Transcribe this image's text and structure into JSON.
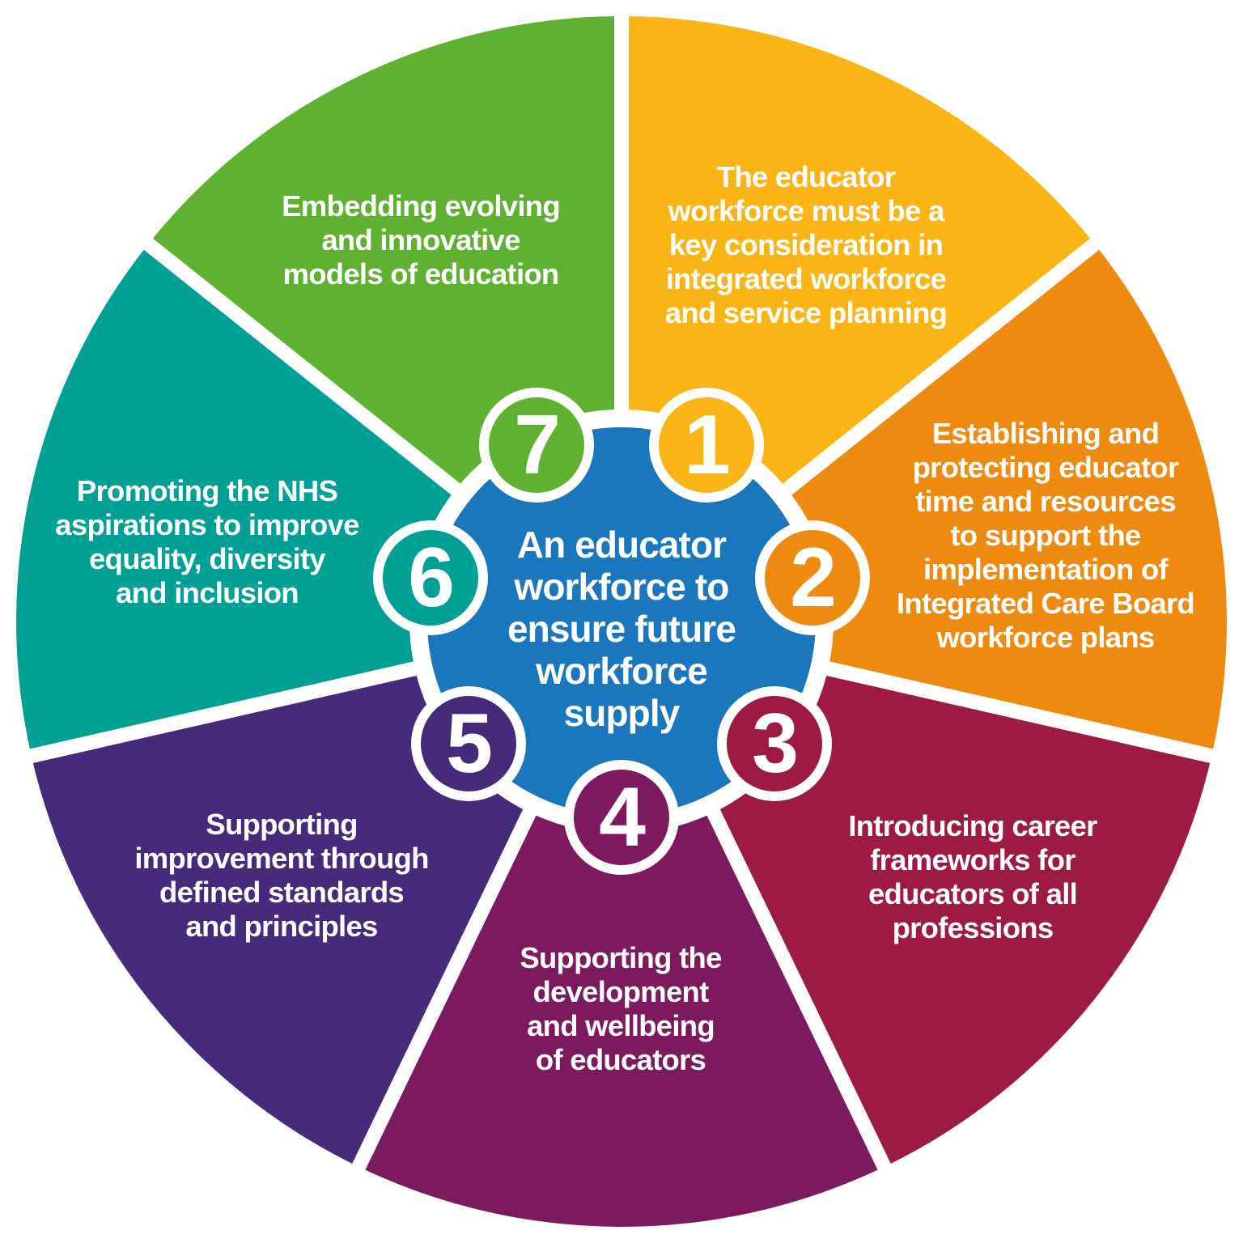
{
  "title": "An educator workforce to ensure future workforce supply",
  "divider_color": "#FFFFFF",
  "text_color": "#FFFFFF",
  "hub": {
    "color": "#1B77BD",
    "label": "An educator workforce to ensure future workforce supply",
    "lines": [
      "An educator",
      "workforce to",
      "ensure future",
      "workforce",
      "supply"
    ]
  },
  "segments": [
    {
      "number": "1",
      "color": "#FAB415",
      "label": "The educator workforce must be a key consideration in integrated workforce and service planning",
      "lines": [
        "The educator",
        "workforce must be a",
        "key consideration in",
        "integrated workforce",
        "and service planning"
      ]
    },
    {
      "number": "2",
      "color": "#EF8A10",
      "label": "Establishing and protecting educator time and resources to support the implementation of Integrated Care Board workforce plans",
      "lines": [
        "Establishing and",
        "protecting educator",
        "time and resources",
        "to support the",
        "implementation of",
        "Integrated Care Board",
        "workforce plans"
      ]
    },
    {
      "number": "3",
      "color": "#9D1B42",
      "label": "Introducing career frameworks for educators of all professions",
      "lines": [
        "Introducing career",
        "frameworks for",
        "educators of all",
        "professions"
      ]
    },
    {
      "number": "4",
      "color": "#7D1A5D",
      "label": "Supporting the development and wellbeing of educators",
      "lines": [
        "Supporting the",
        "development",
        "and wellbeing",
        "of educators"
      ]
    },
    {
      "number": "5",
      "color": "#462A7C",
      "label": "Supporting improvement through defined standards and principles",
      "lines": [
        "Supporting",
        "improvement through",
        "defined standards",
        "and principles"
      ]
    },
    {
      "number": "6",
      "color": "#00A094",
      "label": "Promoting the NHS aspirations to improve equality, diversity and inclusion",
      "lines": [
        "Promoting the NHS",
        "aspirations to improve",
        "equality, diversity",
        "and inclusion"
      ]
    },
    {
      "number": "7",
      "color": "#5FB131",
      "label": "Embedding evolving and innovative models of education",
      "lines": [
        "Embedding evolving",
        "and innovative",
        "models of education"
      ]
    }
  ]
}
